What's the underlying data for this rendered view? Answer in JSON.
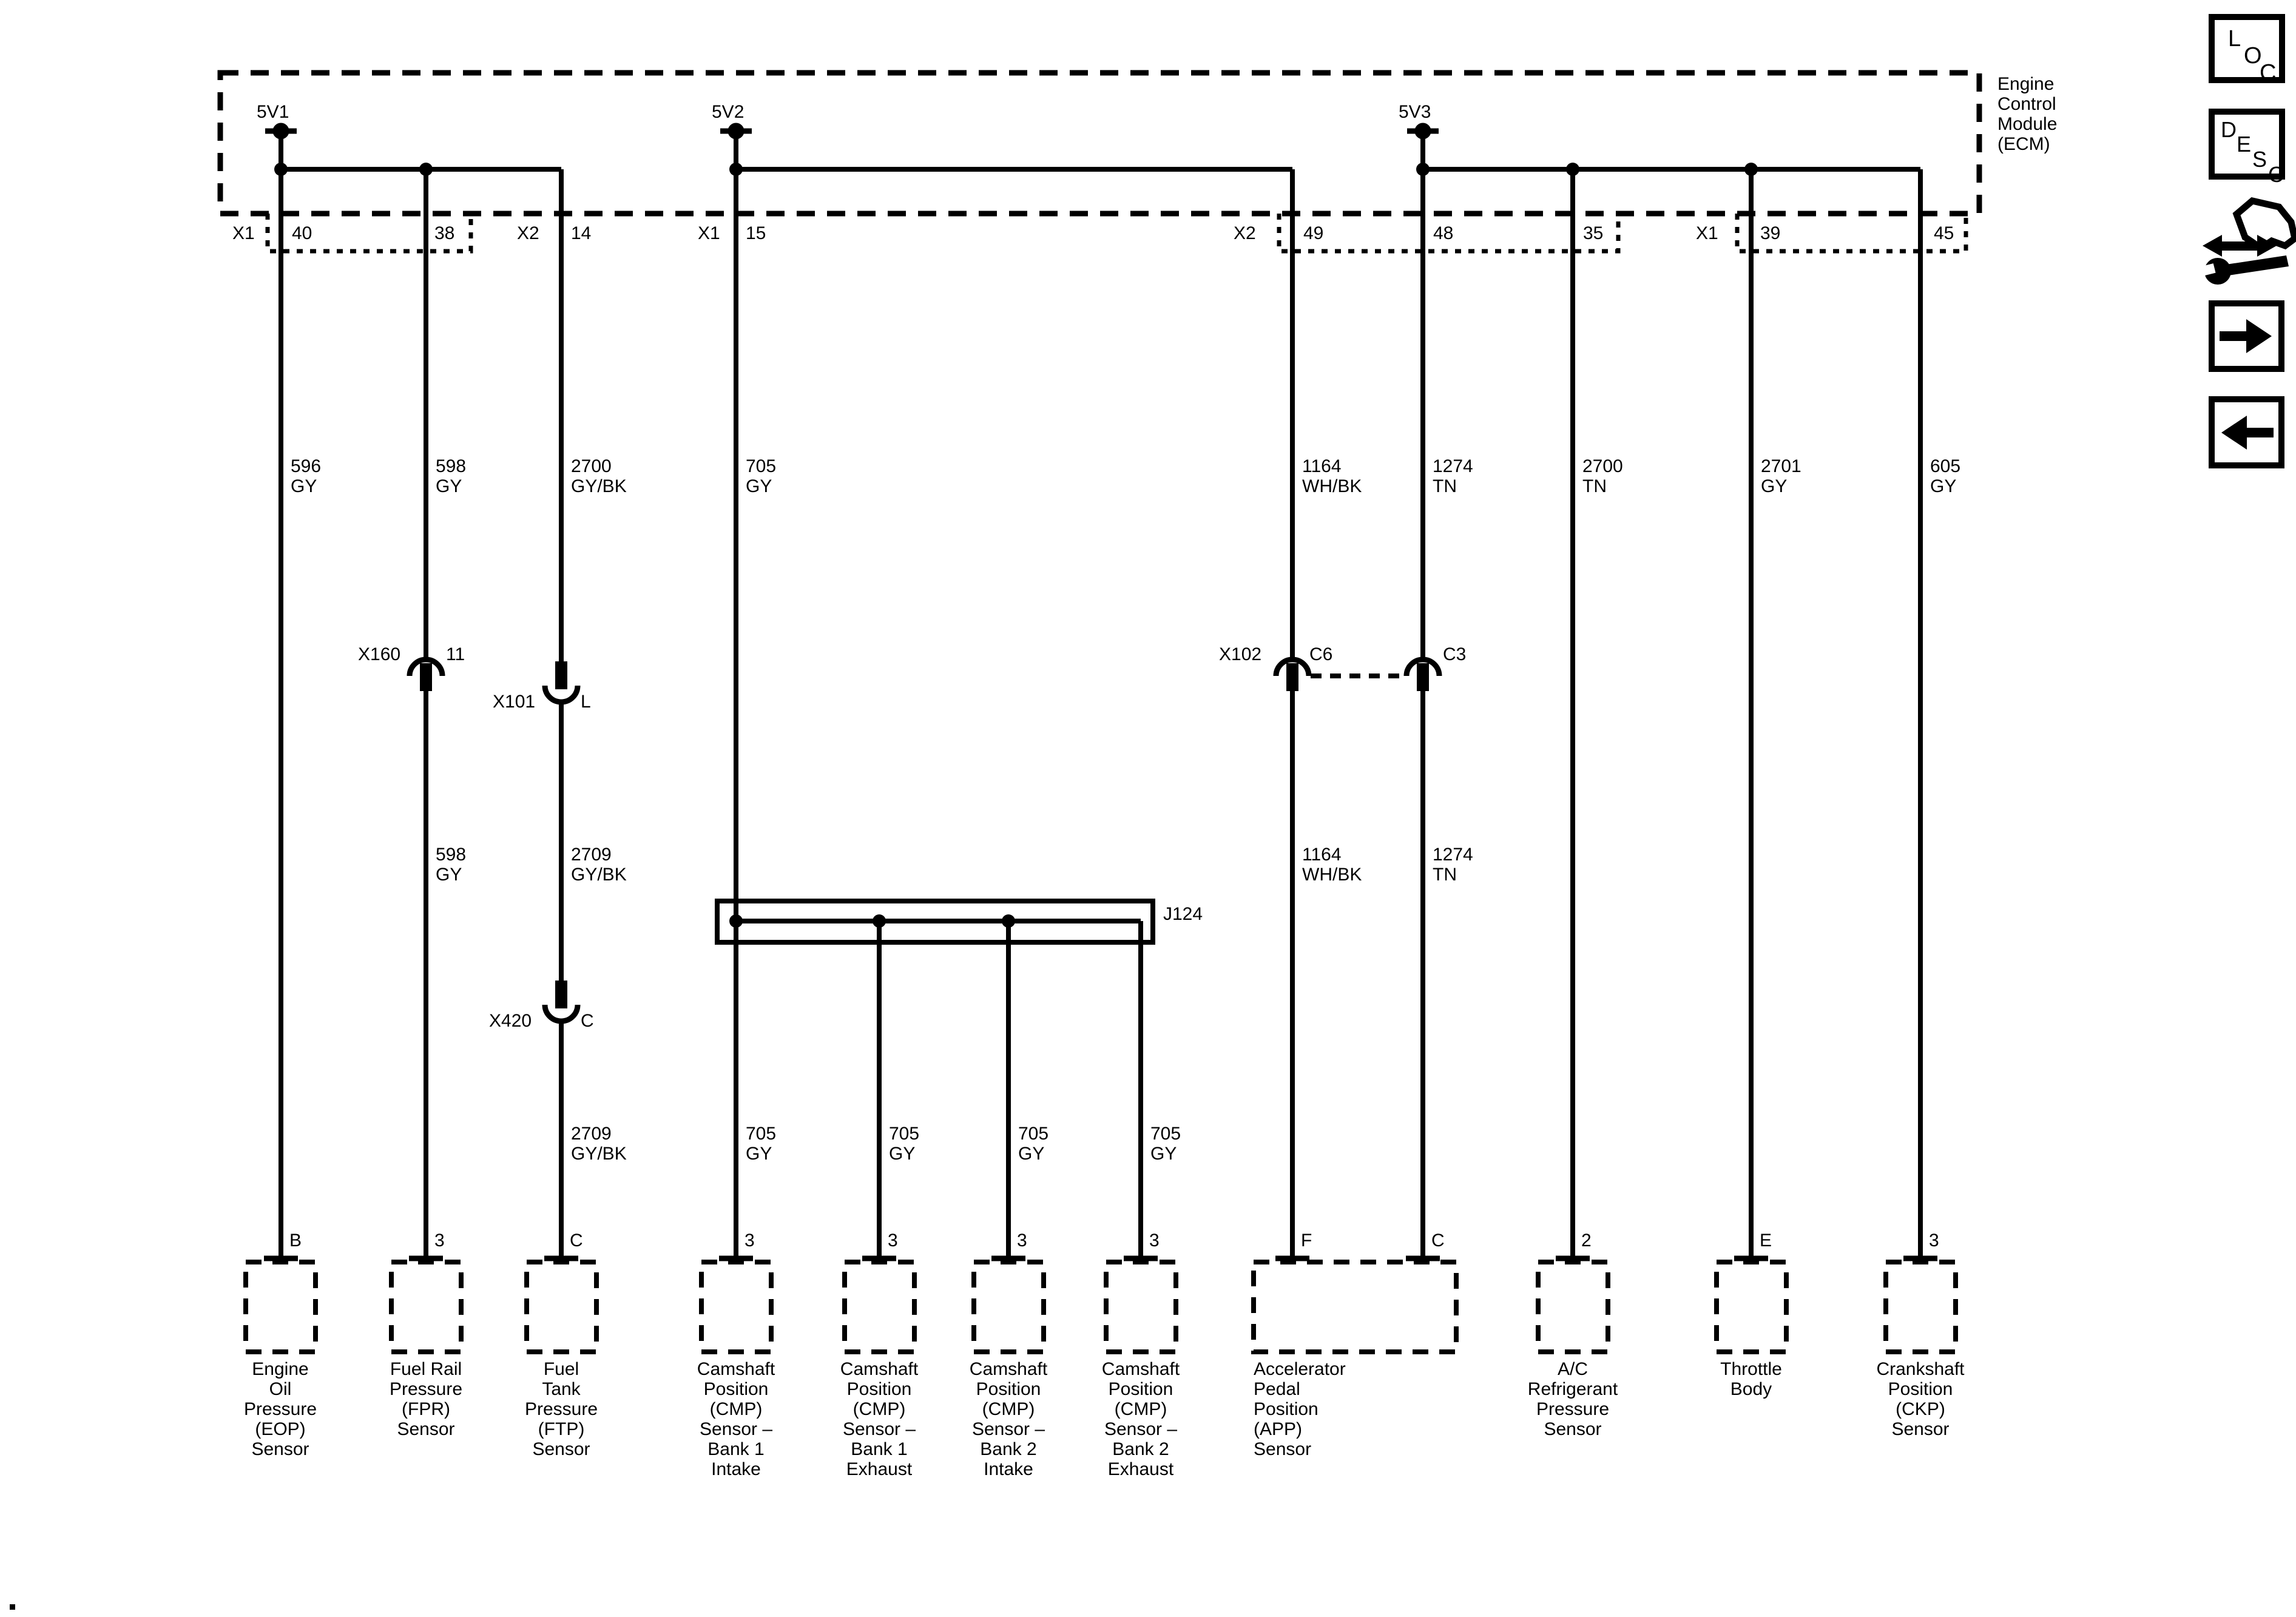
{
  "ecm": {
    "title": [
      "Engine",
      "Control",
      "Module",
      "(ECM)"
    ],
    "x1": "X1",
    "x2": "X2",
    "ref1": "5V1",
    "ref2": "5V2",
    "ref3": "5V3",
    "pins": {
      "p40": "40",
      "p38": "38",
      "p14": "14",
      "p15": "15",
      "p49": "49",
      "p48": "48",
      "p35": "35",
      "p39": "39",
      "p45": "45"
    }
  },
  "wires": {
    "w596": {
      "circuit": "596",
      "color": "GY"
    },
    "w598": {
      "circuit": "598",
      "color": "GY"
    },
    "w2700gybk": {
      "circuit": "2700",
      "color": "GY/BK"
    },
    "w2709": {
      "circuit": "2709",
      "color": "GY/BK"
    },
    "w705": {
      "circuit": "705",
      "color": "GY"
    },
    "w1164": {
      "circuit": "1164",
      "color": "WH/BK"
    },
    "w1274": {
      "circuit": "1274",
      "color": "TN"
    },
    "w2700tn": {
      "circuit": "2700",
      "color": "TN"
    },
    "w2701": {
      "circuit": "2701",
      "color": "GY"
    },
    "w605": {
      "circuit": "605",
      "color": "GY"
    }
  },
  "splices": {
    "x160": {
      "label": "X160",
      "pin": "11"
    },
    "x101": {
      "label": "X101",
      "pin": "L"
    },
    "x102": {
      "label": "X102",
      "pin_a": "C6",
      "pin_b": "C3"
    },
    "x420": {
      "label": "X420",
      "pin": "C"
    },
    "j124": {
      "label": "J124"
    }
  },
  "sensors": {
    "eop": {
      "pin": "B",
      "lines": [
        "Engine",
        "Oil",
        "Pressure",
        "(EOP)",
        "Sensor"
      ]
    },
    "fpr": {
      "pin": "3",
      "lines": [
        "Fuel Rail",
        "Pressure",
        "(FPR)",
        "Sensor"
      ]
    },
    "ftp": {
      "pin": "C",
      "lines": [
        "Fuel",
        "Tank",
        "Pressure",
        "(FTP)",
        "Sensor"
      ]
    },
    "cmp1": {
      "pin": "3",
      "lines": [
        "Camshaft",
        "Position",
        "(CMP)",
        "Sensor –",
        "Bank 1",
        "Intake"
      ]
    },
    "cmp2": {
      "pin": "3",
      "lines": [
        "Camshaft",
        "Position",
        "(CMP)",
        "Sensor –",
        "Bank 1",
        "Exhaust"
      ]
    },
    "cmp3": {
      "pin": "3",
      "lines": [
        "Camshaft",
        "Position",
        "(CMP)",
        "Sensor –",
        "Bank 2",
        "Intake"
      ]
    },
    "cmp4": {
      "pin": "3",
      "lines": [
        "Camshaft",
        "Position",
        "(CMP)",
        "Sensor –",
        "Bank 2",
        "Exhaust"
      ]
    },
    "app": {
      "pin_a": "F",
      "pin_b": "C",
      "lines": [
        "Accelerator",
        "Pedal",
        "Position",
        "(APP)",
        "Sensor"
      ]
    },
    "acp": {
      "pin": "2",
      "lines": [
        "A/C",
        "Refrigerant",
        "Pressure",
        "Sensor"
      ]
    },
    "tb": {
      "pin": "E",
      "lines": [
        "Throttle",
        "Body"
      ]
    },
    "ckp": {
      "pin": "3",
      "lines": [
        "Crankshaft",
        "Position",
        "(CKP)",
        "Sensor"
      ]
    }
  },
  "toolbar": {
    "loc": [
      "L",
      "O",
      "C"
    ],
    "desc": [
      "D",
      "E",
      "S",
      "C"
    ]
  },
  "colors": {
    "line": "#000000",
    "background": "#ffffff"
  }
}
